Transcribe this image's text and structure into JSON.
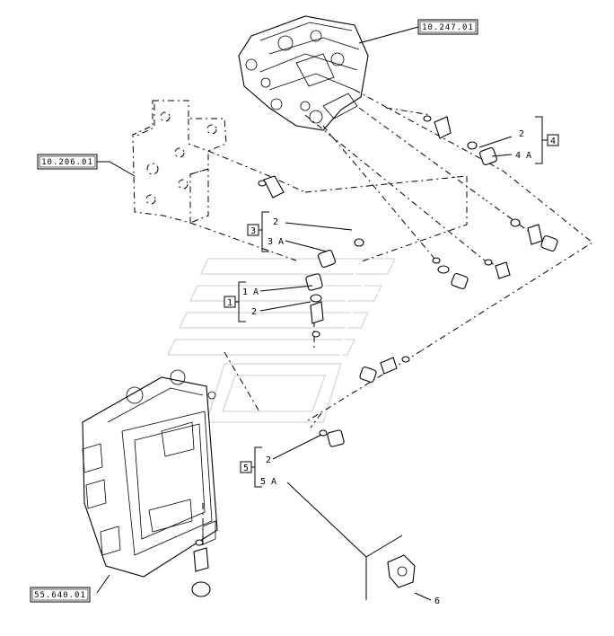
{
  "references": {
    "top_pump": "10.247.01",
    "left_bracket": "10.206.01",
    "ecu": "55.640.01"
  },
  "groups": [
    {
      "id": "1",
      "items": [
        "1 A",
        "2"
      ]
    },
    {
      "id": "3",
      "items": [
        "2",
        "3 A"
      ]
    },
    {
      "id": "4",
      "items": [
        "2",
        "4 A"
      ]
    },
    {
      "id": "5",
      "items": [
        "2",
        "5 A"
      ]
    }
  ],
  "single_items": {
    "sensor": "6"
  }
}
